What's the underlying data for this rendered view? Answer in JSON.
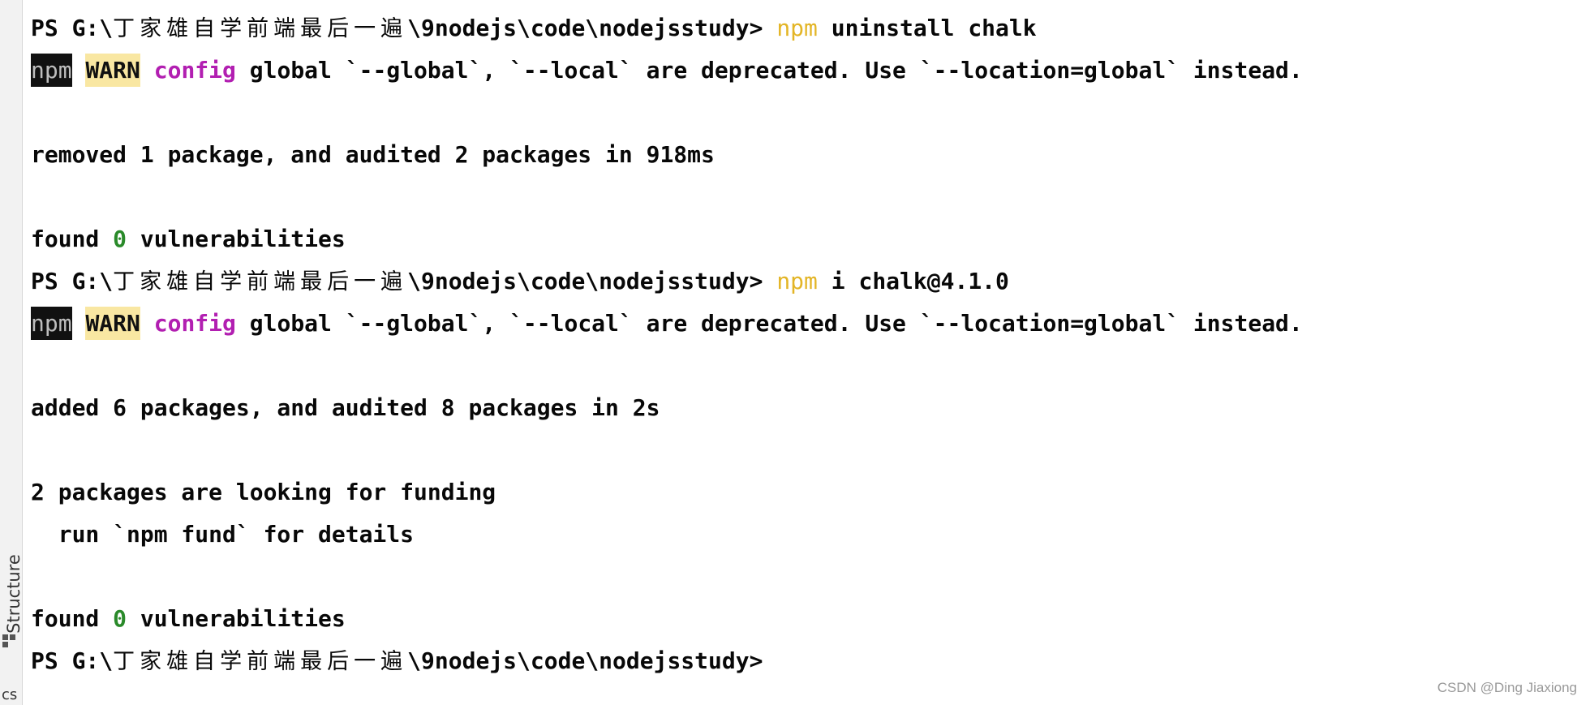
{
  "side_panel": {
    "structure_label": "Structure",
    "bottom_stub": "cs"
  },
  "terminal": {
    "path_prefix": "PS G:\\",
    "path_cjk": "丁家雄自学前端最后一遍",
    "path_suffix": "\\9nodejs\\code\\nodejsstudy>",
    "cmd1_npm": "npm",
    "cmd1_args": "uninstall chalk",
    "warn_npm": "npm",
    "warn_label": "WARN",
    "warn_config": "config",
    "warn_message": "global `--global`, `--local` are deprecated. Use `--location=global` instead.",
    "removed_line": "removed 1 package, and audited 2 packages in 918ms",
    "found_prefix": "found",
    "found_zero": "0",
    "found_suffix": "vulnerabilities",
    "cmd2_npm": "npm",
    "cmd2_args": "i chalk@4.1.0",
    "added_line": "added 6 packages, and audited 8 packages in 2s",
    "funding_line": "2 packages are looking for funding",
    "fund_details_line": "  run `npm fund` for details"
  },
  "watermark": "CSDN @Ding Jiaxiong",
  "colors": {
    "npm_command": "#e3b526",
    "config_keyword": "#b21fb1",
    "zero_count": "#2a8a2a",
    "warn_background": "#f9e7a2",
    "npm_badge_background": "#111111"
  }
}
